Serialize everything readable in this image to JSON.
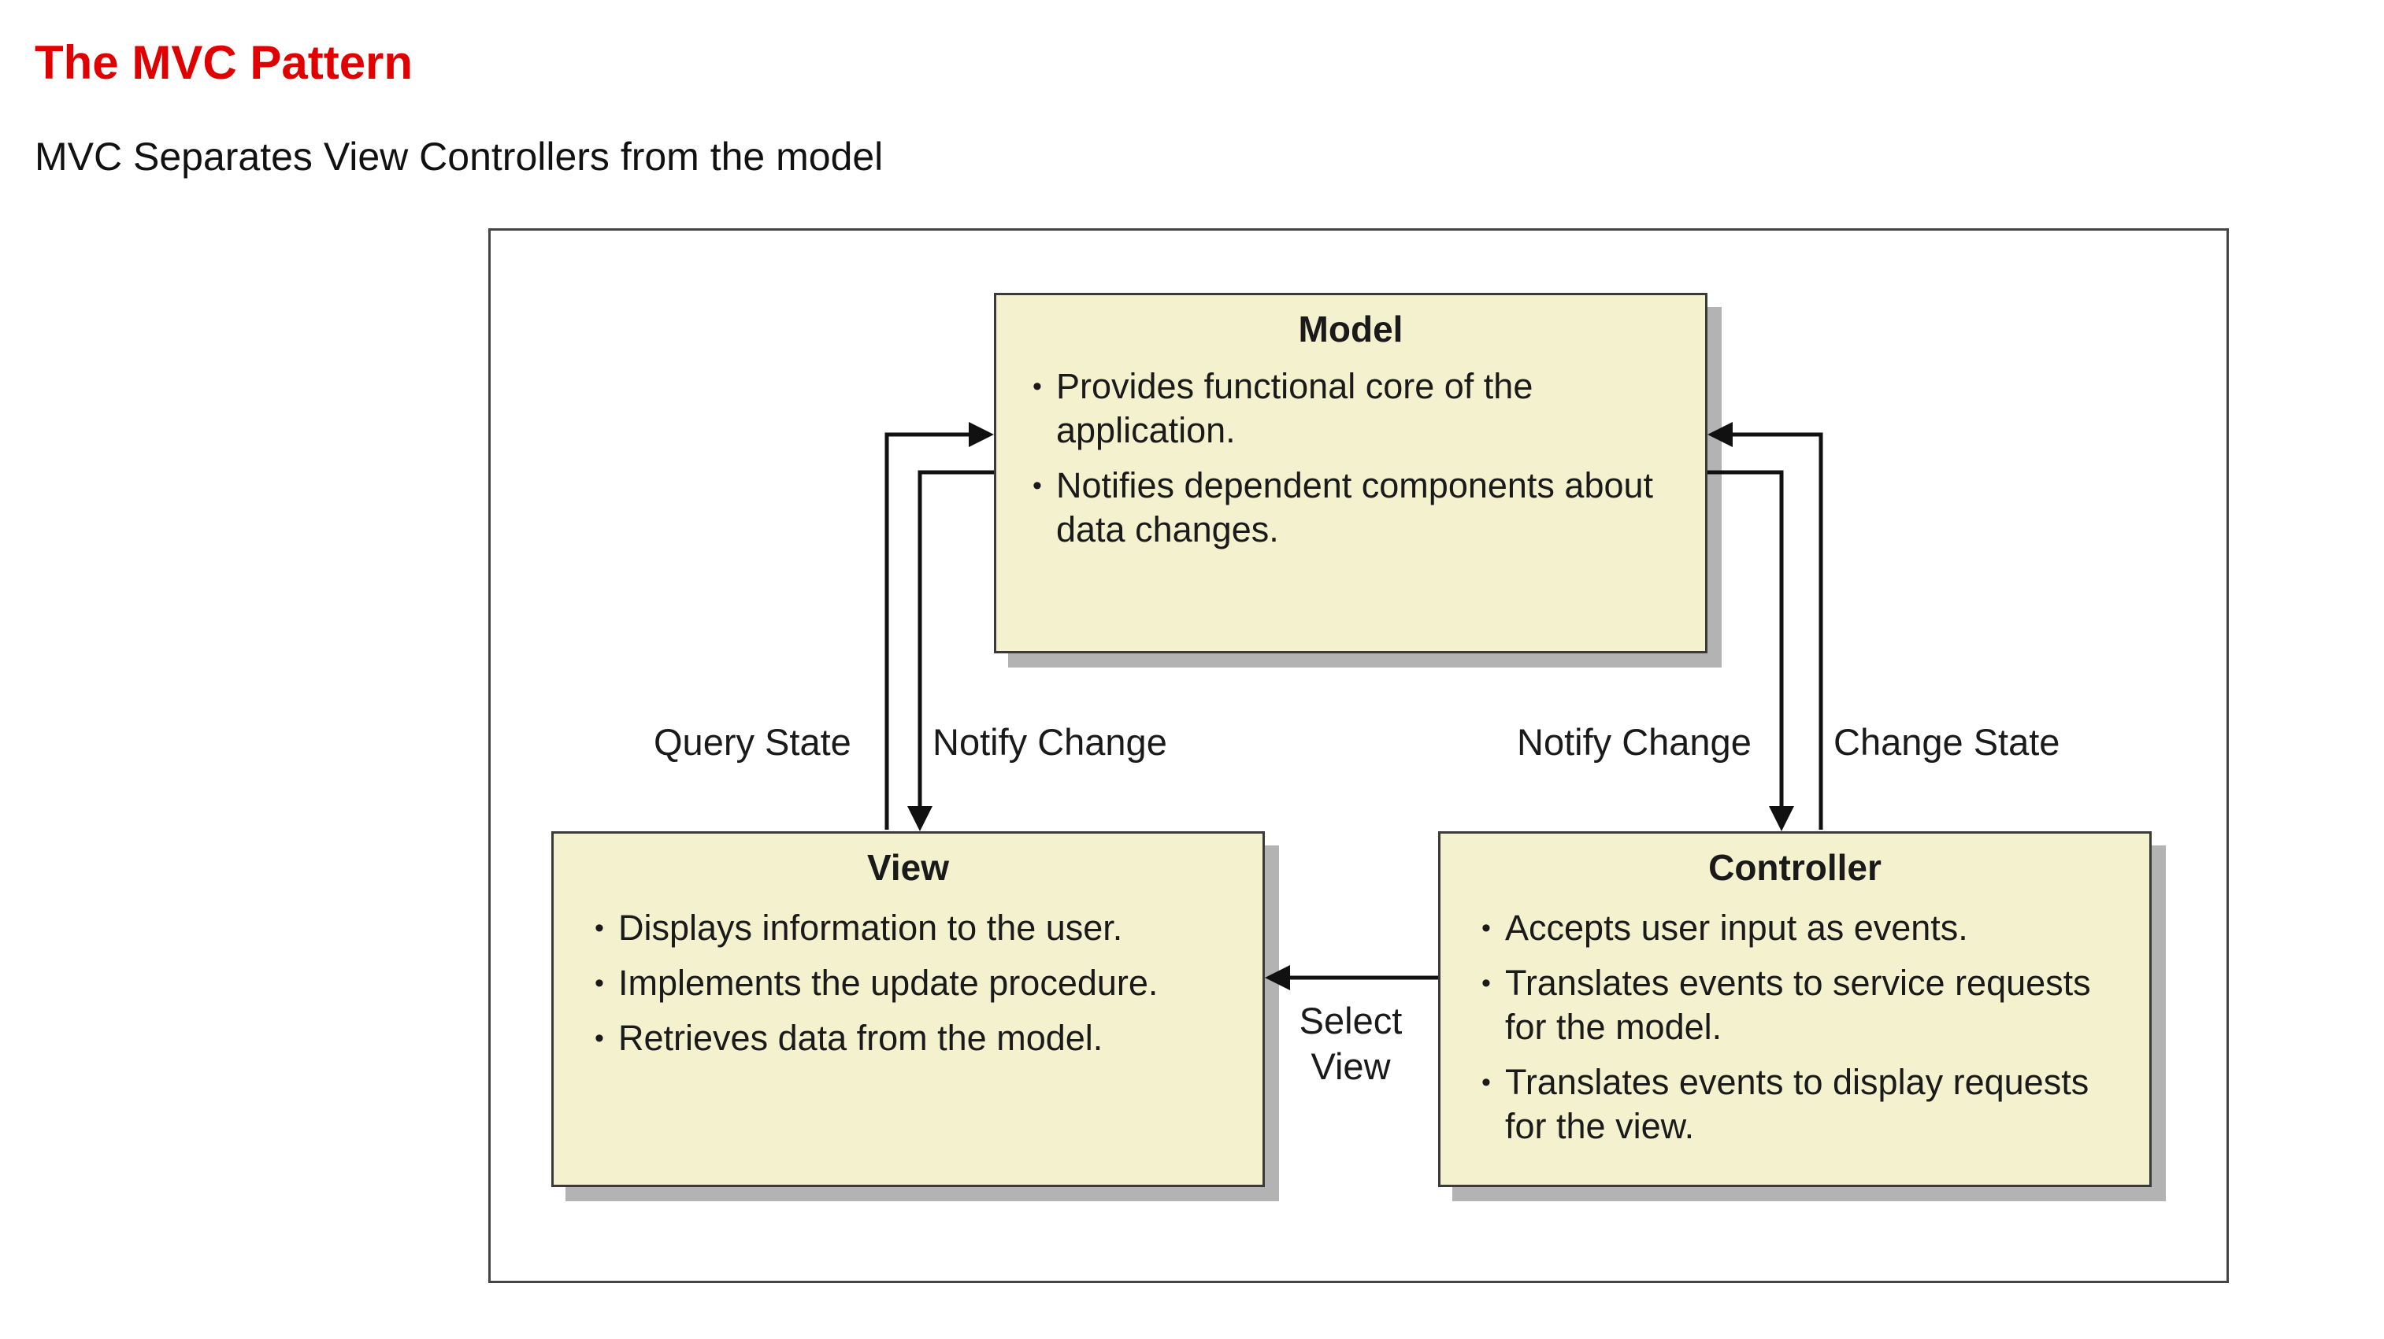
{
  "page": {
    "title": "The MVC Pattern",
    "subtitle": "MVC Separates View Controllers from the model"
  },
  "diagram": {
    "model": {
      "title": "Model",
      "bullets": [
        "Provides functional core of the application.",
        "Notifies dependent components about data changes."
      ]
    },
    "view": {
      "title": "View",
      "bullets": [
        "Displays information to the user.",
        "Implements the update procedure.",
        "Retrieves data from the model."
      ]
    },
    "controller": {
      "title": "Controller",
      "bullets": [
        "Accepts user input as events.",
        "Translates events to service requests for the model.",
        "Translates events to display requests for the view."
      ]
    },
    "flows": {
      "view_query_state": "Query State",
      "model_notify_view": "Notify Change",
      "model_notify_controller": "Notify Change",
      "controller_change_state": "Change State",
      "controller_select_view": "Select View"
    },
    "colors": {
      "box_fill": "#f4f1cf",
      "box_shadow": "#b3b3b3",
      "title": "#e00000"
    }
  }
}
